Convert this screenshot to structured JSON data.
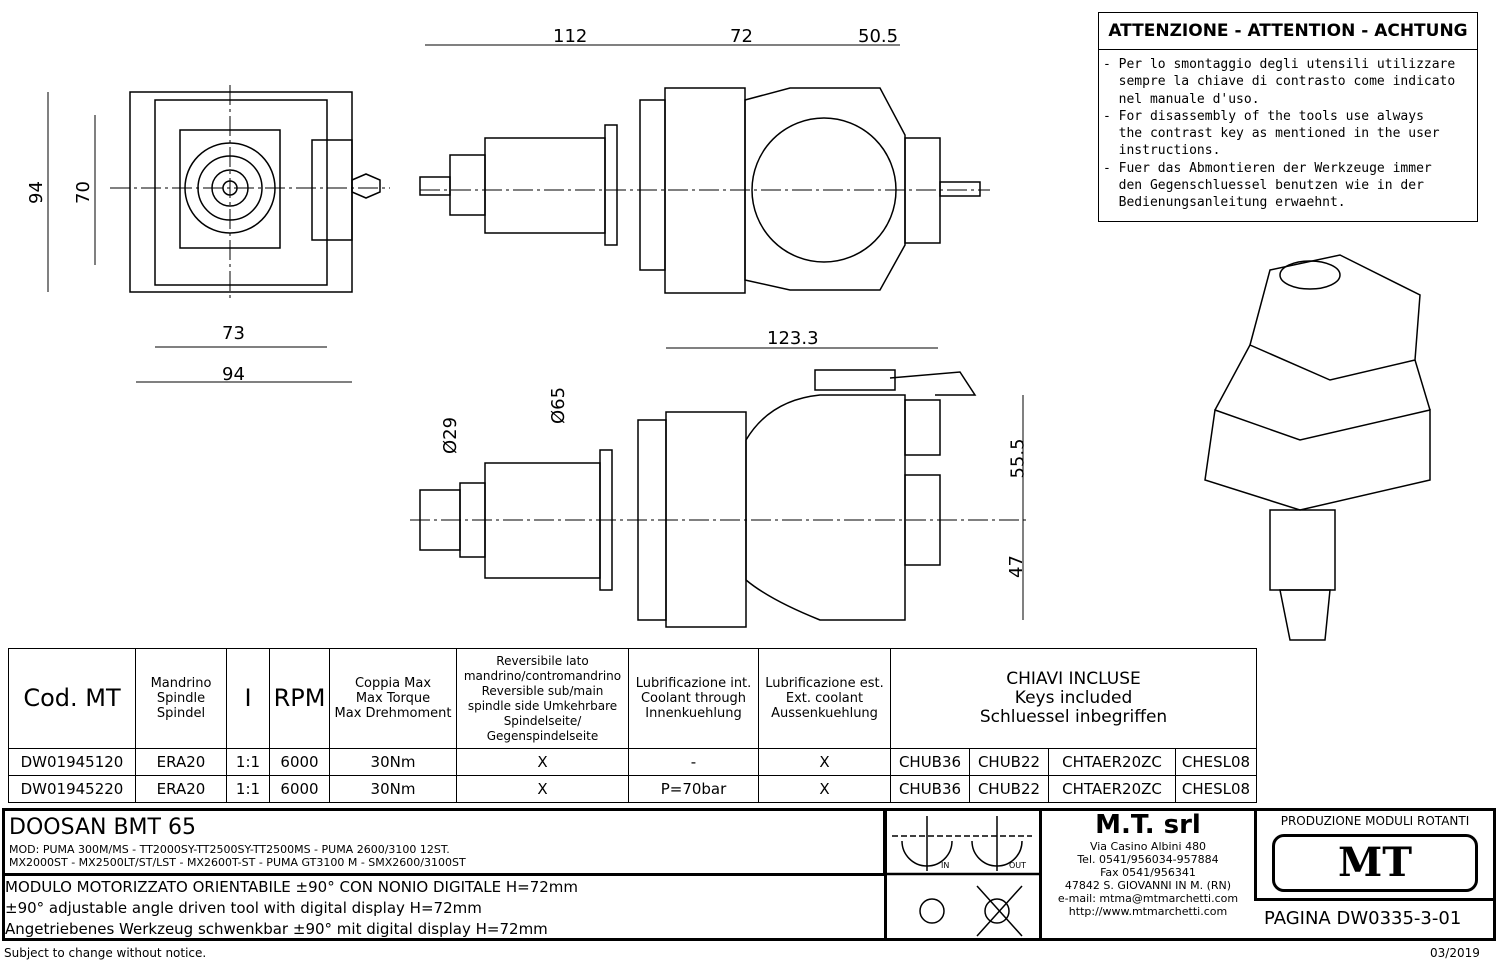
{
  "dimensions": {
    "front_w1": "112",
    "front_w2": "72",
    "front_w3": "50.5",
    "left_h_outer": "94",
    "left_h_inner": "70",
    "left_w_inner": "73",
    "left_w_outer": "94",
    "side_len": "123.3",
    "dia_65": "Ø65",
    "dia_29": "Ø29",
    "side_h_top": "55.5",
    "side_h_bottom": "47"
  },
  "warning": {
    "title": "ATTENZIONE - ATTENTION - ACHTUNG",
    "lines": [
      "- Per lo smontaggio degli utensili utilizzare",
      "  sempre la chiave di contrasto come indicato",
      "  nel manuale d'uso.",
      "- For disassembly of the tools use always",
      "  the contrast key as mentioned in the user",
      "  instructions.",
      "- Fuer das Abmontieren der Werkzeuge immer",
      "  den Gegenschluessel benutzen wie in der",
      "  Bedienungsanleitung erwaehnt."
    ]
  },
  "table": {
    "headers": {
      "code": "Cod. MT",
      "spindle": [
        "Mandrino",
        "Spindle",
        "Spindel"
      ],
      "ratio": "I",
      "rpm": "RPM",
      "torque": [
        "Coppia Max",
        "Max Torque",
        "Max Drehmoment"
      ],
      "reversible": [
        "Reversibile lato",
        "mandrino/contromandrino",
        "Reversible sub/main",
        "spindle side Umkehrbare",
        "Spindelseite/",
        "Gegenspindelseite"
      ],
      "coolant_int": [
        "Lubrificazione int.",
        "Coolant through",
        "Innenkuehlung"
      ],
      "coolant_ext": [
        "Lubrificazione est.",
        "Ext. coolant",
        "Aussenkuehlung"
      ],
      "keys": [
        "CHIAVI INCLUSE",
        "Keys included",
        "Schluessel inbegriffen"
      ]
    },
    "rows": [
      {
        "code": "DW01945120",
        "spindle": "ERA20",
        "ratio": "1:1",
        "rpm": "6000",
        "torque": "30Nm",
        "reversible": "X",
        "coolant_int": "-",
        "coolant_ext": "X",
        "keys": [
          "CHUB36",
          "CHUB22",
          "CHTAER20ZC",
          "CHESL08"
        ]
      },
      {
        "code": "DW01945220",
        "spindle": "ERA20",
        "ratio": "1:1",
        "rpm": "6000",
        "torque": "30Nm",
        "reversible": "X",
        "coolant_int": "P=70bar",
        "coolant_ext": "X",
        "keys": [
          "CHUB36",
          "CHUB22",
          "CHTAER20ZC",
          "CHESL08"
        ]
      }
    ]
  },
  "title_block": {
    "machine": "DOOSAN  BMT 65",
    "models": [
      "MOD: PUMA 300M/MS - TT2000SY-TT2500SY-TT2500MS - PUMA 2600/3100 12ST.",
      "MX2000ST - MX2500LT/ST/LST - MX2600T-ST - PUMA GT3100 M - SMX2600/3100ST"
    ],
    "descriptions": [
      "MODULO MOTORIZZATO ORIENTABILE ±90° CON NONIO DIGITALE H=72mm",
      "±90° adjustable angle driven tool with digital display H=72mm",
      "Angetriebenes Werkzeug schwenkbar ±90° mit digital display H=72mm"
    ],
    "rotation_in": "IN",
    "rotation_out": "OUT",
    "company": {
      "name": "M.T. srl",
      "lines": [
        "Via Casino Albini 480",
        "Tel. 0541/956034-957884",
        "Fax 0541/956341",
        "47842 S. GIOVANNI IN M. (RN)",
        "e-mail: mtma@mtmarchetti.com",
        "http://www.mtmarchetti.com"
      ]
    },
    "logo_title": "PRODUZIONE MODULI ROTANTI",
    "logo_text": "MT",
    "page": "PAGINA DW0335-3-01"
  },
  "footer": {
    "notice": "Subject to change without notice.",
    "date": "03/2019"
  }
}
